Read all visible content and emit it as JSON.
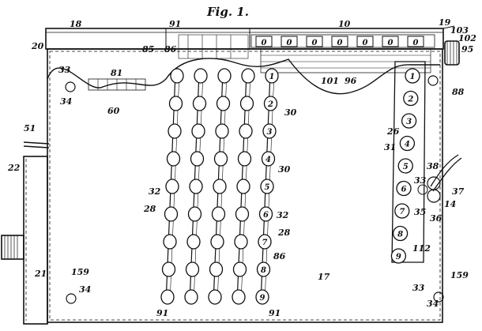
{
  "figure": {
    "title": "Fig. 1.",
    "key_digits": [
      "1",
      "2",
      "3",
      "4",
      "5",
      "6",
      "7",
      "8",
      "9"
    ],
    "register_wheels": [
      "0",
      "0",
      "0",
      "0",
      "0",
      "0",
      "0"
    ],
    "references": [
      {
        "id": "ref-18-top",
        "text": "18"
      },
      {
        "id": "ref-91-top",
        "text": "91"
      },
      {
        "id": "ref-10",
        "text": "10"
      },
      {
        "id": "ref-19",
        "text": "19"
      },
      {
        "id": "ref-103",
        "text": "103"
      },
      {
        "id": "ref-102",
        "text": "102"
      },
      {
        "id": "ref-95",
        "text": "95"
      },
      {
        "id": "ref-20",
        "text": "20"
      },
      {
        "id": "ref-85",
        "text": "85"
      },
      {
        "id": "ref-86-top",
        "text": "86"
      },
      {
        "id": "ref-33-left",
        "text": "33"
      },
      {
        "id": "ref-34-left",
        "text": "34"
      },
      {
        "id": "ref-81",
        "text": "81"
      },
      {
        "id": "ref-60",
        "text": "60"
      },
      {
        "id": "ref-101",
        "text": "101"
      },
      {
        "id": "ref-96",
        "text": "96"
      },
      {
        "id": "ref-88",
        "text": "88"
      },
      {
        "id": "ref-30-a",
        "text": "30"
      },
      {
        "id": "ref-30-b",
        "text": "30"
      },
      {
        "id": "ref-26",
        "text": "26"
      },
      {
        "id": "ref-31",
        "text": "31"
      },
      {
        "id": "ref-51",
        "text": "51"
      },
      {
        "id": "ref-22",
        "text": "22"
      },
      {
        "id": "ref-32-a",
        "text": "32"
      },
      {
        "id": "ref-28-a",
        "text": "28"
      },
      {
        "id": "ref-32-b",
        "text": "32"
      },
      {
        "id": "ref-28-b",
        "text": "28"
      },
      {
        "id": "ref-86-mid",
        "text": "86"
      },
      {
        "id": "ref-38",
        "text": "38"
      },
      {
        "id": "ref-33-mid",
        "text": "33"
      },
      {
        "id": "ref-37",
        "text": "37"
      },
      {
        "id": "ref-14",
        "text": "14"
      },
      {
        "id": "ref-35",
        "text": "35"
      },
      {
        "id": "ref-36",
        "text": "36"
      },
      {
        "id": "ref-112",
        "text": "112"
      },
      {
        "id": "ref-21",
        "text": "21"
      },
      {
        "id": "ref-159-left",
        "text": "159"
      },
      {
        "id": "ref-34-bottom",
        "text": "34"
      },
      {
        "id": "ref-17",
        "text": "17"
      },
      {
        "id": "ref-159-right",
        "text": "159"
      },
      {
        "id": "ref-33-right",
        "text": "33"
      },
      {
        "id": "ref-34-right",
        "text": "34"
      },
      {
        "id": "ref-91-bot-a",
        "text": "91"
      },
      {
        "id": "ref-91-bot-b",
        "text": "91"
      }
    ]
  }
}
